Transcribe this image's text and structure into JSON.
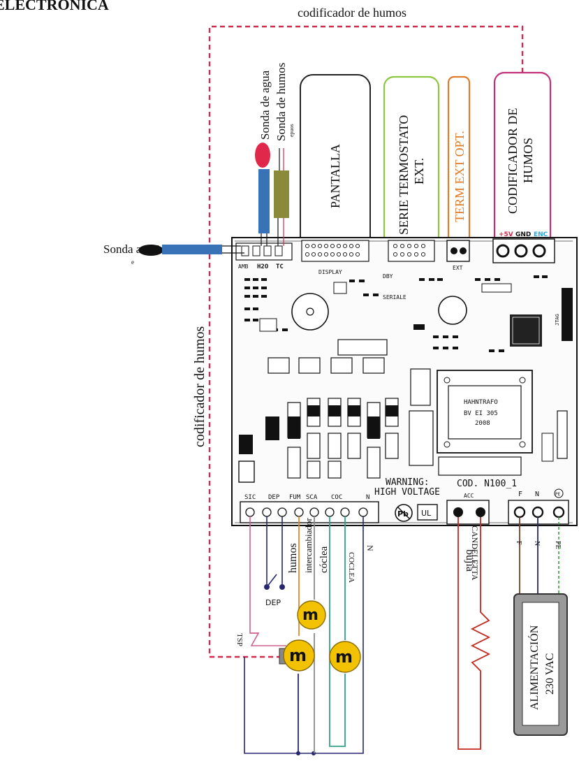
{
  "header": {
    "section_title": "ELECTRONICA",
    "top_cable_label": "codificador de humos"
  },
  "left_cable_label": "codificador de humos",
  "probes": {
    "ambient": "Sonda ambiente NTC",
    "ambient_sub": "e",
    "water": "Sonda de agua",
    "smoke": "Sonda de humos",
    "smoke_sub": "epuos"
  },
  "connectors": {
    "display": "PANTALLA",
    "serial_line1": "SERIE TERMOSTATO",
    "serial_line2": "EXT.",
    "term_ext": "TERM EXT OPT.",
    "encoder_line1": "CODIFICADOR DE",
    "encoder_line2": "HUMOS",
    "enc_plus5v": "+5V",
    "enc_gnd": "GND",
    "enc_enc": "ENC"
  },
  "board": {
    "h2o": "H2O",
    "tc": "TC",
    "amb": "AMB",
    "display_silk": "DISPLAY",
    "dby": "DBY",
    "seriale": "SERIALE",
    "ext": "EXT",
    "jtag": "JTAG",
    "transformer_line1": "HAHNTRAFO",
    "transformer_line2": "BV EI 305",
    "transformer_line3": "2008",
    "warning_line1": "WARNING:",
    "warning_line2": "HIGH VOLTAGE",
    "model": "COD. N100_1",
    "terminal_labels": [
      "SIC",
      "DEP",
      "FUM",
      "SCA",
      "COC",
      "N"
    ],
    "acc": "ACC",
    "f": "F",
    "n": "N",
    "pe_symbol": "PE",
    "ul": "UL",
    "pb": "Pb"
  },
  "wires": {
    "humos": "humos",
    "intercambiador": "intercambiador",
    "coclea": "cóclea",
    "coclea_dup": "COCLEA",
    "n": "N",
    "dep": "DEP",
    "tsp": "TSP",
    "candeleta": "CANDELETTA",
    "bujia": "bujía",
    "f": "F",
    "n_power": "N",
    "pe": "PE"
  },
  "power": {
    "line1": "ALIMENTACIÓN",
    "line2": "230 VAC"
  },
  "colors": {
    "encoder_cable": "#d42a4a",
    "smoke_wire": "#e08a2b",
    "fan_wire": "#8a8a8a",
    "auger_wire": "#2fa38a",
    "neutral_wire": "#26276e",
    "sic_wire": "#d06090",
    "heater_wire": "#c8261c",
    "phase_wire": "#7a3a28",
    "earth_wire": "#3aa33a",
    "probe_blue": "#3a72b8",
    "probe_olive": "#8a8a3a",
    "motor_yellow": "#f2c200",
    "display_box": "#222222",
    "serial_box": "#8dc63f",
    "term_box": "#e07b2a",
    "encoder_box": "#c2307a"
  }
}
